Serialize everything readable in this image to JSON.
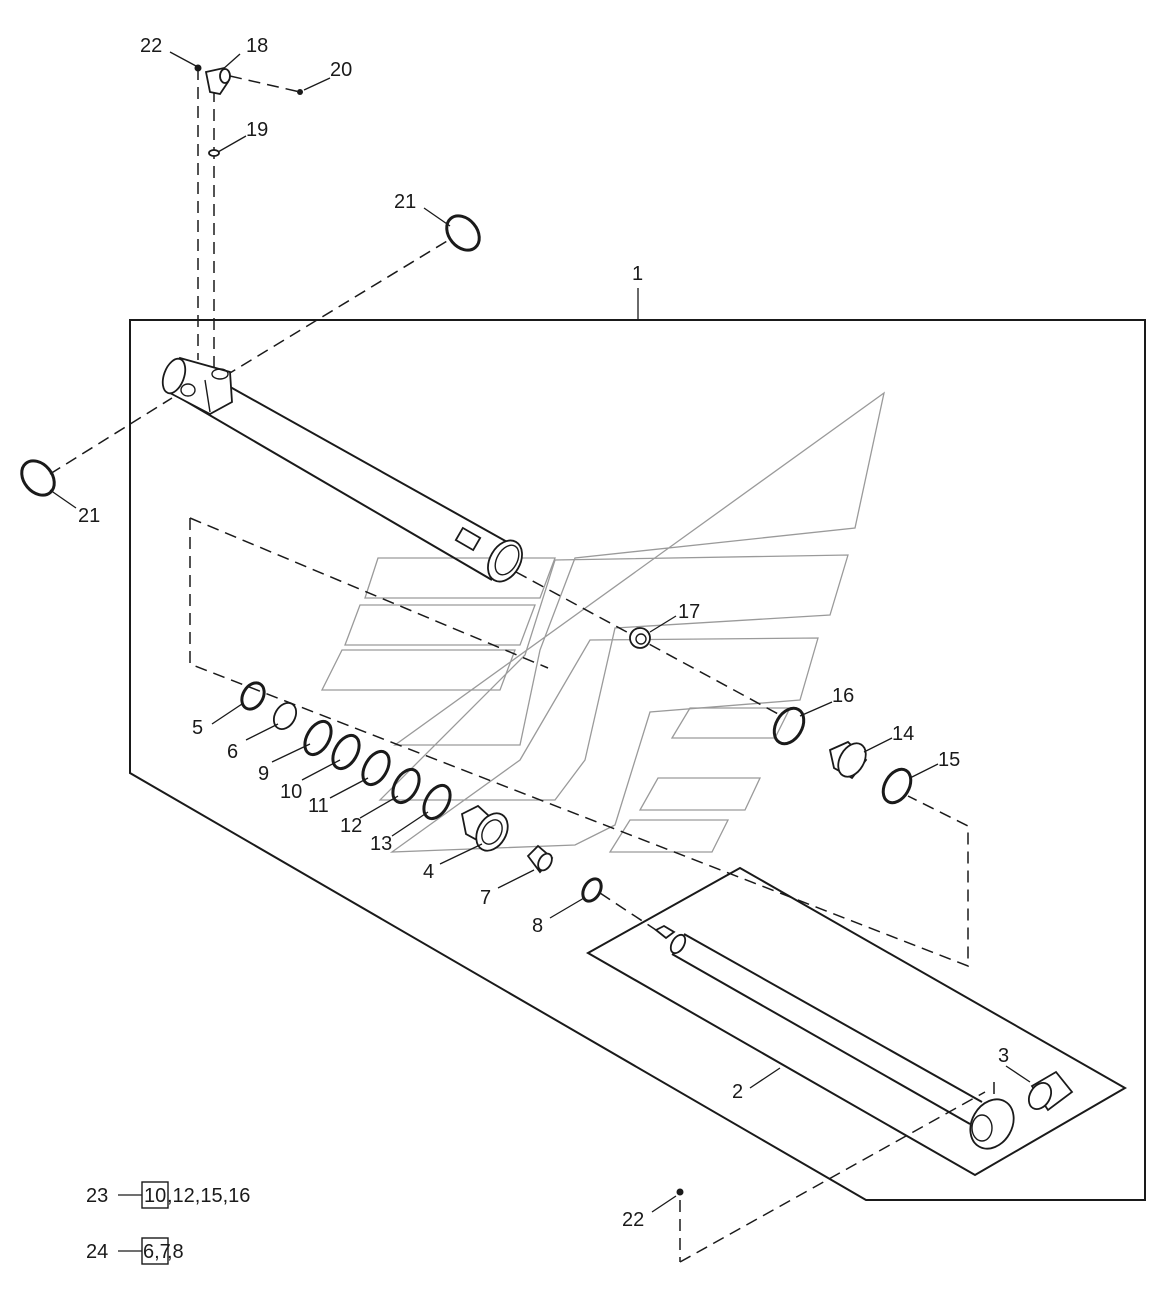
{
  "callouts": {
    "c1": "1",
    "c2": "2",
    "c3": "3",
    "c4": "4",
    "c5": "5",
    "c6": "6",
    "c7": "7",
    "c8": "8",
    "c9": "9",
    "c10": "10",
    "c11": "11",
    "c12": "12",
    "c13": "13",
    "c14": "14",
    "c15": "15",
    "c16": "16",
    "c17": "17",
    "c18": "18",
    "c19": "19",
    "c20": "20",
    "c21a": "21",
    "c21b": "21",
    "c22a": "22",
    "c22b": "22"
  },
  "kits": [
    {
      "id": "23",
      "boxed": "10",
      "rest": ",12,15,16"
    },
    {
      "id": "24",
      "boxed": "6,7",
      "rest": ",8"
    }
  ]
}
